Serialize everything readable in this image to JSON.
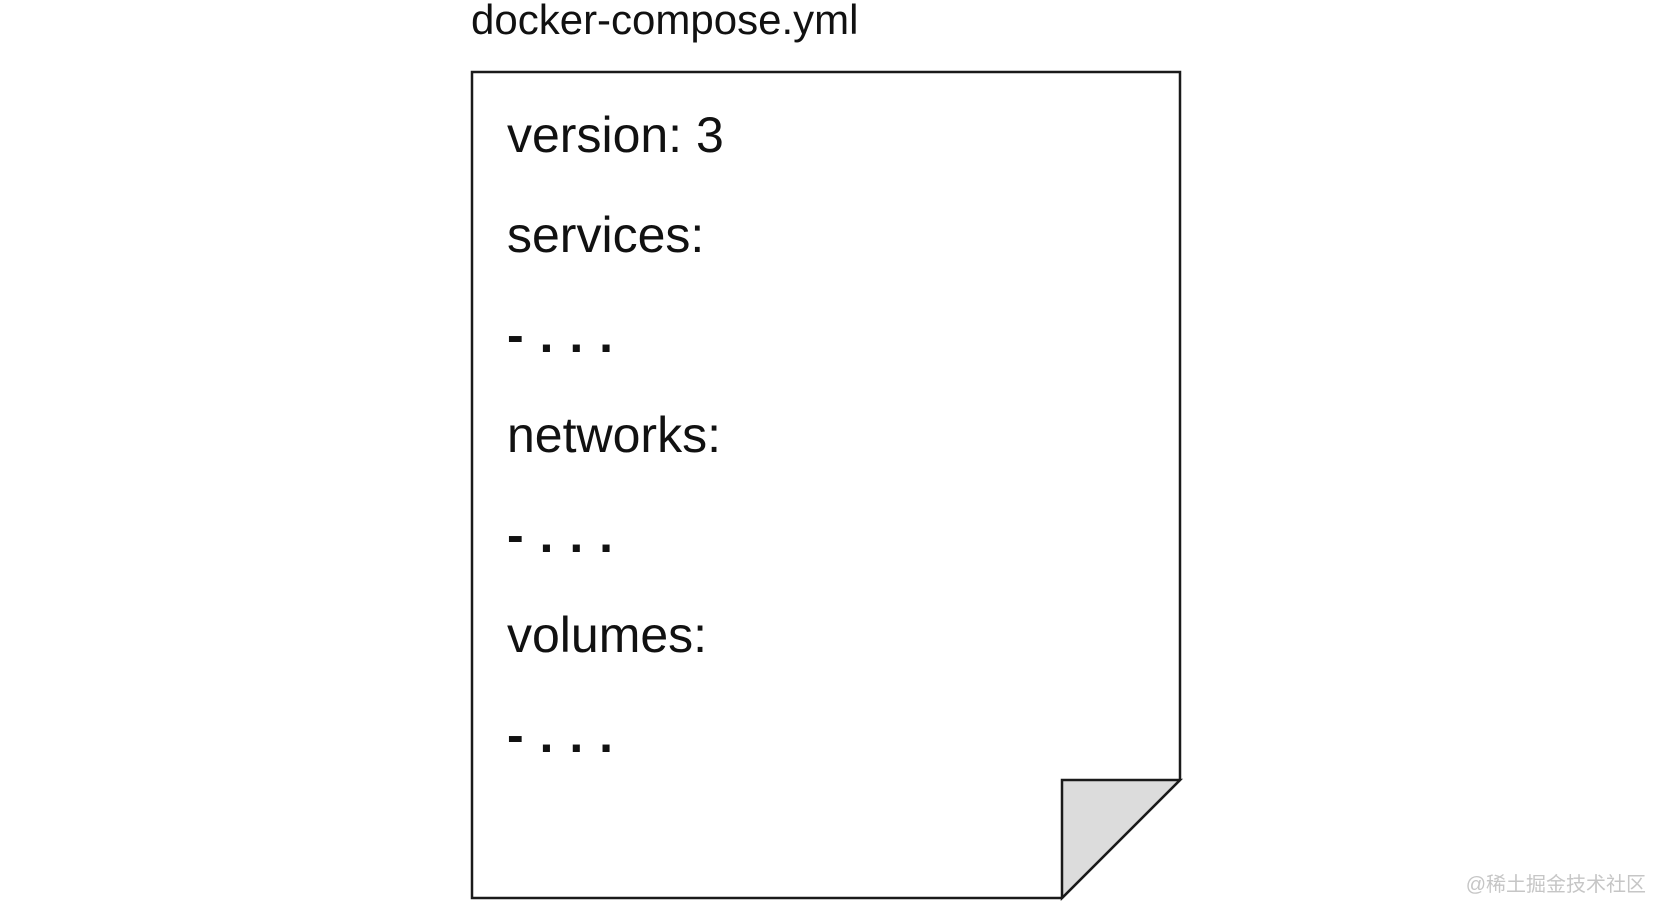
{
  "diagram": {
    "title": "docker-compose.yml",
    "file": {
      "lines": [
        {
          "text": "version: 3"
        },
        {
          "text": "services:"
        },
        {
          "text": "- . . ."
        },
        {
          "text": "networks:"
        },
        {
          "text": "- . . ."
        },
        {
          "text": "volumes:"
        },
        {
          "text": "- . . ."
        }
      ]
    },
    "colors": {
      "page_fill": "#ffffff",
      "page_border": "#1a1a1a",
      "fold_fill": "#dcdcdc",
      "text": "#111111",
      "watermark": "#c6c6c6"
    }
  },
  "watermark": {
    "text": "@稀土掘金技术社区"
  }
}
